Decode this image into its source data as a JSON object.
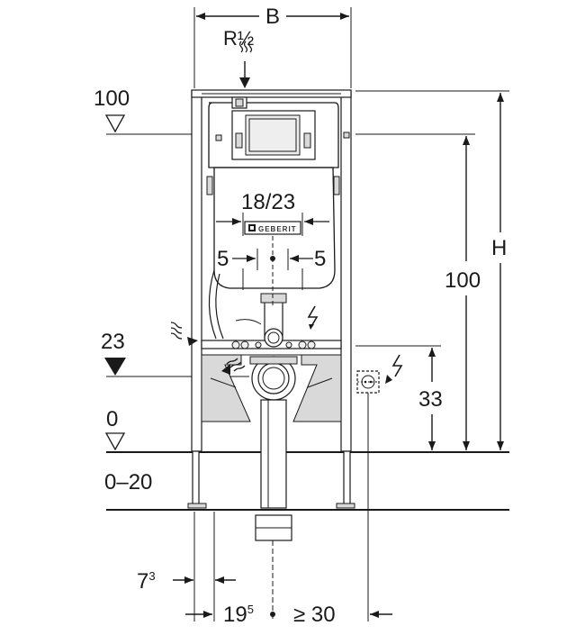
{
  "dimensions": {
    "width_label": "B",
    "pipe_label": "R½",
    "height_label": "H",
    "level_100": "100",
    "level_23": "23",
    "level_0": "0",
    "floor_range": "0–20",
    "height_100": "100",
    "height_33": "33",
    "flush_width": "18/23",
    "offset_left": "5",
    "offset_right": "5",
    "depth_base": "7",
    "depth_base_sup": "3",
    "depth_axis": "19",
    "depth_axis_sup": "5",
    "min_distance": "≥ 30"
  },
  "brand": {
    "logo_text": "GEBERIT"
  },
  "colors": {
    "line": "#1a1a1a",
    "fill": "#d9d9d9",
    "background": "#ffffff"
  },
  "icons": {
    "water": "water-supply-icon",
    "electric": "electric-icon",
    "arrow_down": "filled-triangle-icon",
    "arrow_open": "open-triangle-icon"
  }
}
